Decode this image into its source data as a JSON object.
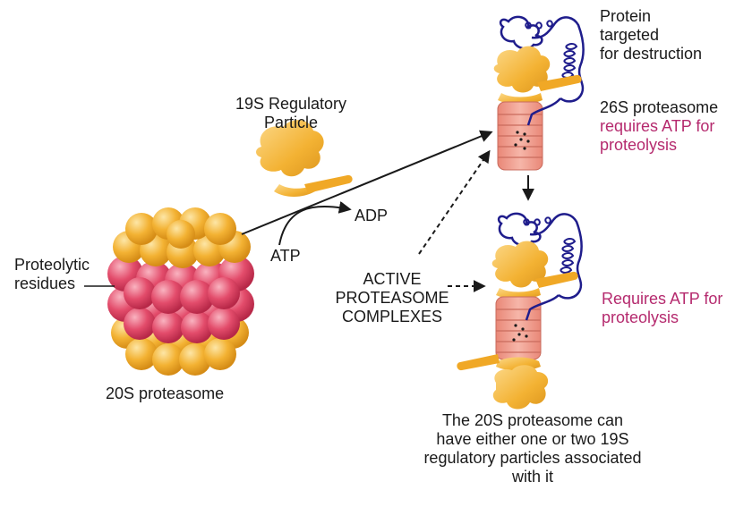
{
  "labels": {
    "regulatory_line1": "19S Regulatory",
    "regulatory_line2": "Particle",
    "adp": "ADP",
    "atp": "ATP",
    "proteolytic_line1": "Proteolytic",
    "proteolytic_line2": "residues",
    "core_name": "20S proteasome",
    "active_line1": "ACTIVE",
    "active_line2": "PROTEASOME",
    "active_line3": "COMPLEXES",
    "target_line1": "Protein",
    "target_line2": "targeted",
    "target_line3": "for destruction",
    "p26_name": "26S proteasome",
    "p26_req_line1": "requires ATP for",
    "p26_req_line2": "proteolysis",
    "p2_req_line1": "Requires ATP for",
    "p2_req_line2": "proteolysis",
    "caption_line1": "The 20S proteasome can",
    "caption_line2": "have either one or two 19S",
    "caption_line3": "regulatory particles associated",
    "caption_line4": "with it"
  },
  "colors": {
    "cap_orange": "#f3b233",
    "cap_orange_light": "#f9d27a",
    "core_pink": "#e34c6b",
    "core_pink_light": "#f59aad",
    "ring_salmon": "#f1a092",
    "protein_blue": "#1f1d8c",
    "text_magenta": "#b52a6e",
    "ink": "#1a1a1a"
  }
}
